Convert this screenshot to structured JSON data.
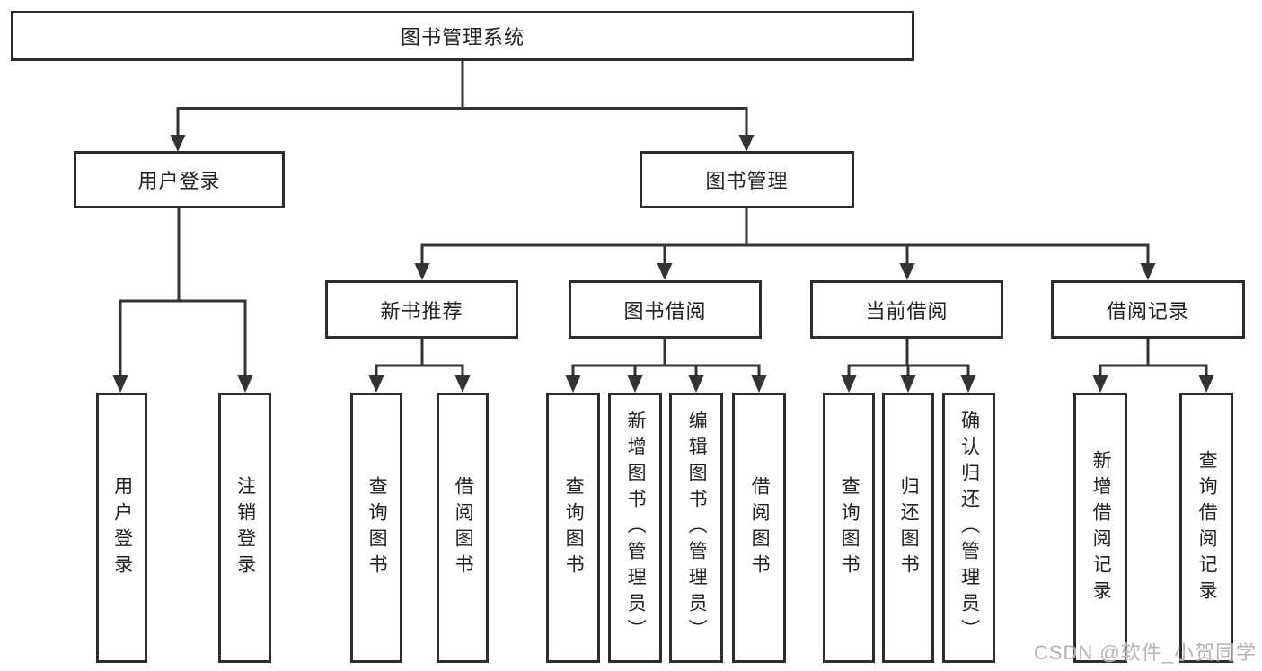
{
  "colors": {
    "line": "#333333",
    "box_border": "#2d2d2d",
    "text": "#1f1f1f",
    "watermark": "#b3b3b3",
    "background": "#ffffff"
  },
  "tree": {
    "root": "图书管理系统",
    "branches": [
      {
        "label": "用户登录",
        "children": [
          "用户登录",
          "注销登录"
        ]
      },
      {
        "label": "图书管理",
        "groups": [
          {
            "label": "新书推荐",
            "children": [
              "查询图书",
              "借阅图书"
            ]
          },
          {
            "label": "图书借阅",
            "children": [
              "查询图书",
              "新增图书（管理员）",
              "编辑图书（管理员）",
              "借阅图书"
            ]
          },
          {
            "label": "当前借阅",
            "children": [
              "查询图书",
              "归还图书",
              "确认归还（管理员）"
            ]
          },
          {
            "label": "借阅记录",
            "children": [
              "新增借阅记录",
              "查询借阅记录"
            ]
          }
        ]
      }
    ]
  },
  "watermark": {
    "text": "CSDN @软件_小贺同学"
  }
}
